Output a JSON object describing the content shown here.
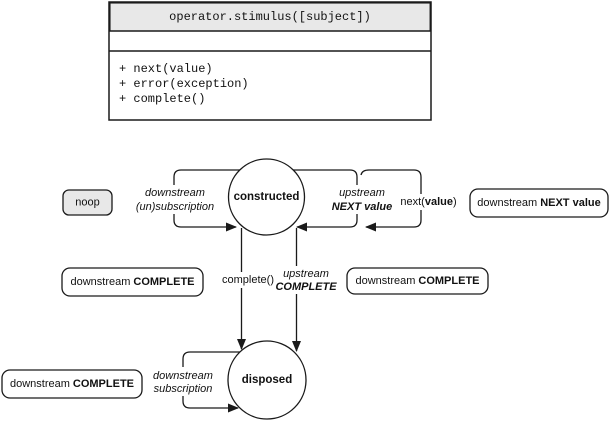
{
  "colors": {
    "stroke": "#1a1a1a",
    "gray_fill": "#e8e8e8",
    "background": "#ffffff"
  },
  "class_box": {
    "title": "operator.stimulus([subject])",
    "methods": [
      "+ next(value)",
      "+ error(exception)",
      "+ complete()"
    ]
  },
  "states": {
    "constructed": {
      "label": "constructed"
    },
    "disposed": {
      "label": "disposed"
    }
  },
  "noop_box": {
    "label": "noop"
  },
  "event_boxes": {
    "next": {
      "normal": "downstream",
      "bold": "NEXT value"
    },
    "complete_mid_left": {
      "normal": "downstream",
      "bold": "COMPLETE"
    },
    "complete_mid_right": {
      "normal": "downstream",
      "bold": "COMPLETE"
    },
    "complete_bottom_left": {
      "normal": "downstream",
      "bold": "COMPLETE"
    }
  },
  "transitions": {
    "downstream_unsubscription": {
      "line1": "downstream",
      "line2": "(un)subscription"
    },
    "upstream_next": {
      "line1": "upstream",
      "line2": "NEXT value"
    },
    "next_call": {
      "pre": "next(",
      "arg": "value",
      "post": ")"
    },
    "complete_call": {
      "label": "complete()"
    },
    "upstream_complete": {
      "line1": "upstream",
      "line2": "COMPLETE"
    },
    "downstream_subscription": {
      "line1": "downstream",
      "line2": "subscription"
    }
  }
}
